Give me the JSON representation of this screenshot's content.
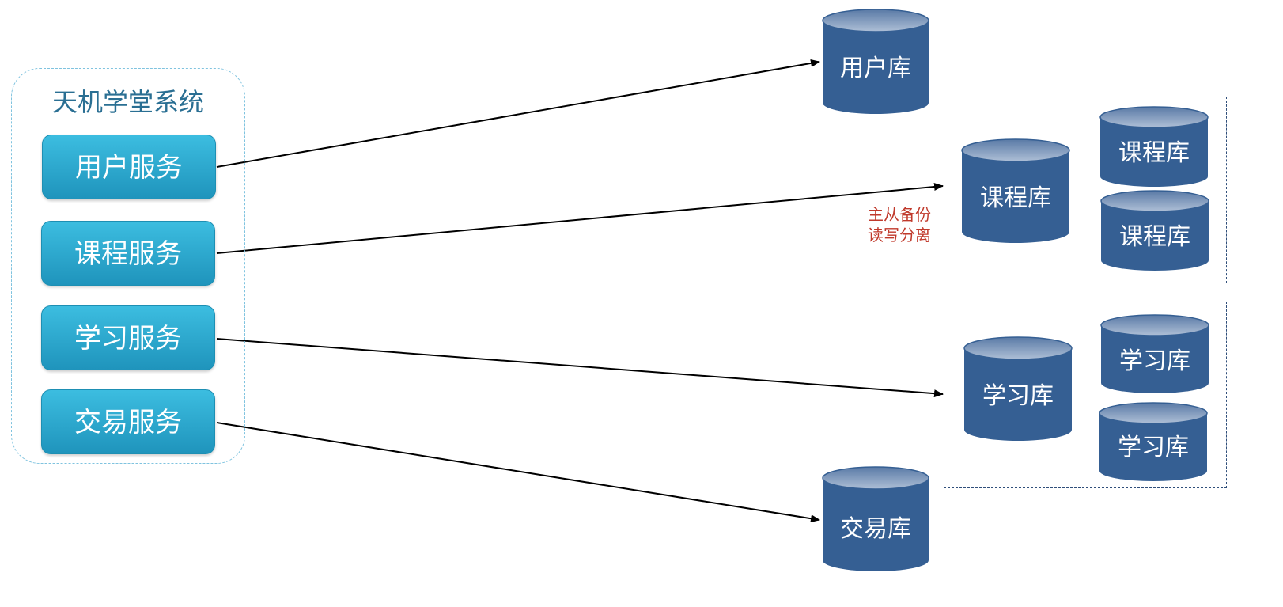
{
  "system": {
    "title": "天机学堂系统",
    "services": [
      {
        "label": "用户服务"
      },
      {
        "label": "课程服务"
      },
      {
        "label": "学习服务"
      },
      {
        "label": "交易服务"
      }
    ]
  },
  "databases": {
    "user_db": "用户库",
    "course_master": "课程库",
    "course_slave_1": "课程库",
    "course_slave_2": "课程库",
    "study_master": "学习库",
    "study_slave_1": "学习库",
    "study_slave_2": "学习库",
    "trade_db": "交易库"
  },
  "note": {
    "line1": "主从备份",
    "line2": "读写分离"
  },
  "colors": {
    "service_fill": "#2aa8d0",
    "db_fill": "#355f93",
    "db_top": "#8fa9c8",
    "note_text": "#c0392b"
  }
}
